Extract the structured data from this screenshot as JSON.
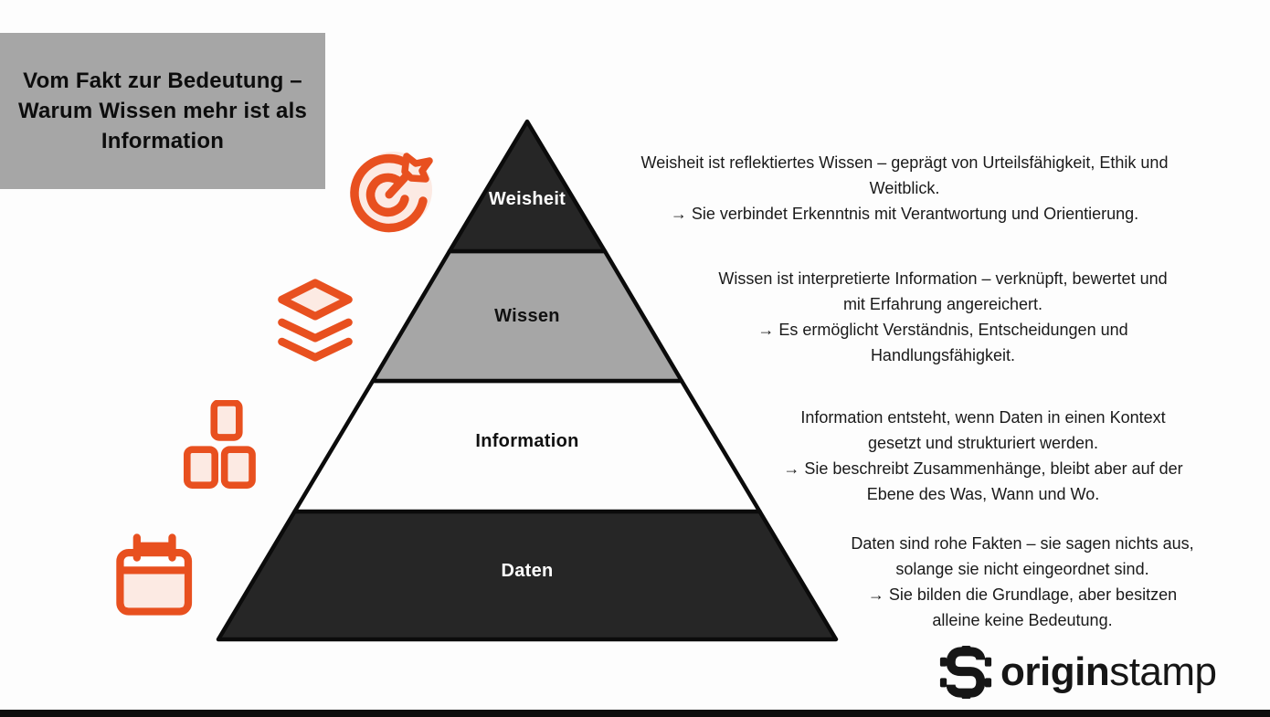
{
  "title": "Vom Fakt zur Bedeutung –\nWarum Wissen mehr ist als\nInformation",
  "pyramid": {
    "levels": [
      {
        "label": "Weisheit",
        "icon": "target-dart-icon",
        "description": "Weisheit ist reflektiertes Wissen – geprägt von Urteilsfähigkeit, Ethik und\nWeitblick.\n→ Sie verbindet Erkenntnis mit Verantwortung und Orientierung."
      },
      {
        "label": "Wissen",
        "icon": "layers-icon",
        "description": "Wissen ist interpretierte Information – verknüpft, bewertet und\nmit Erfahrung angereichert.\n→ Es ermöglicht Verständnis, Entscheidungen und\nHandlungsfähigkeit."
      },
      {
        "label": "Information",
        "icon": "blocks-icon",
        "description": "Information entsteht, wenn Daten in einen Kontext\ngesetzt und strukturiert werden.\n→ Sie beschreibt Zusammenhänge, bleibt aber auf der\nEbene des Was, Wann und Wo."
      },
      {
        "label": "Daten",
        "icon": "calendar-icon",
        "description": "Daten sind rohe Fakten – sie sagen nichts aus,\nsolange sie nicht eingeordnet sind.\n→ Sie bilden die Grundlage, aber besitzen\nalleine keine Bedeutung."
      }
    ]
  },
  "logo": {
    "icon": "originstamp-s-icon",
    "brand_bold": "origin",
    "brand_light": "stamp"
  },
  "colors": {
    "accent_orange": "#E8501F",
    "accent_pale": "#FCEAE3",
    "tier_dark": "#262626",
    "tier_gray": "#A6A6A6",
    "tier_white": "#FDFDFD",
    "title_box_gray": "#A6A6A6",
    "outline_black": "#0B0B0B",
    "text_black": "#1A1A1A",
    "logo_black": "#161616"
  }
}
